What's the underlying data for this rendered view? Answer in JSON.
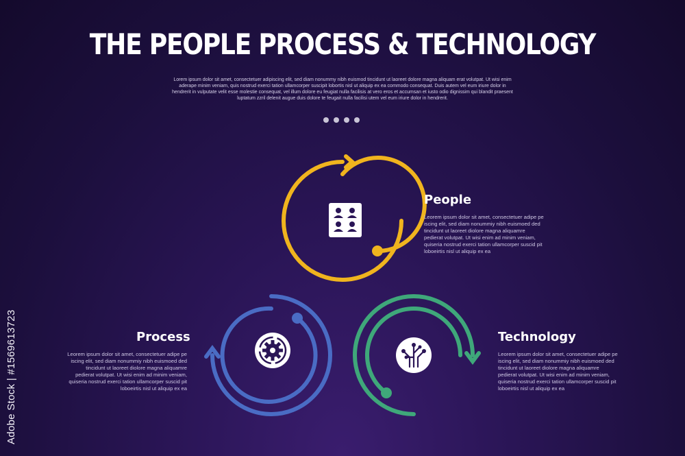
{
  "title": "THE PEOPLE PROCESS & TECHNOLOGY",
  "intro": "Lorem ipsum dolor sit amet, consectetuer adipiscing elit, sed diam nonummy nibh euismod tincidunt ut laoreet dolore magna aliquam erat volutpat. Ut wisi enim aderape minim veniam, quis nostrud exerci tation ullamcorper suscipit lobortis nisl ut aliquip ex ea commodo consequat. Duis autem vel eum iriure dolor in hendrerit in vulputate velit esse molestie consequat, vel illum dolore eu feugiat nulla facilisis at vero eros et accumsan et iusto odio dignissim qui blandit praesent luptatum zzril delenit augue duis dolore te feugait nulla facilisi utem vel eum iriure dolor in hendrerit.",
  "colors": {
    "people": "#f0b41e",
    "process": "#4a6cc4",
    "technology": "#3fa87a",
    "background": "#1c0f3d"
  },
  "items": [
    {
      "title": "People",
      "icon": "people-grid-icon",
      "description": "Leorem ipsum dolor sit amet, consectetuer adipe pe iscing elit, sed diam nonummiy nibh euismoed ded tincidunt ut laoreet diolore magna aliquamre pedierat volutpat. Ut wisi enim ad minim veniam, quiseria nostrud exerci tation ullamcorper suscid pit loboeirtis nisl ut aliquip ex ea"
    },
    {
      "title": "Process",
      "icon": "gear-icon",
      "description": "Leorem ipsum dolor sit amet, consectetuer adipe pe iscing elit, sed diam nonummiy nibh euismoed ded tincidunt ut laoreet diolore magna aliquamre pedierat volutpat. Ut wisi enim ad minim veniam, quiseria nostrud exerci tation ullamcorper suscid pit loboeirtis nisl ut aliquip ex ea"
    },
    {
      "title": "Technology",
      "icon": "circuit-icon",
      "description": "Leorem ipsum dolor sit amet, consectetuer adipe pe iscing elit, sed diam nonummiy nibh euismoed ded tincidunt ut laoreet diolore magna aliquamre pedierat volutpat. Ut wisi enim ad minim veniam, quiseria nostrud exerci tation ullamcorper suscid pit loboeirtis nisl ut aliquip ex ea"
    }
  ],
  "watermark": "Adobe Stock | #1569613723"
}
